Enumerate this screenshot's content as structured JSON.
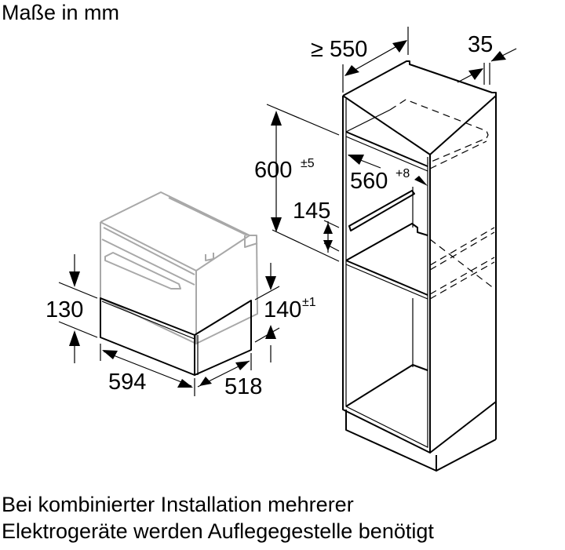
{
  "title": "Maße in mm",
  "caption": {
    "line1": "Bei kombinierter Installation mehrerer",
    "line2": "Elektrogeräte werden Auflegegestelle benötigt"
  },
  "dimensions": {
    "niche_depth": {
      "value": "≥ 550"
    },
    "back_gap": {
      "value": "35"
    },
    "niche_height": {
      "value": "600",
      "tolerance": "±5"
    },
    "niche_width": {
      "value": "560",
      "tolerance": "+8"
    },
    "shelf_offset": {
      "value": "145"
    },
    "drawer_height_front": {
      "value": "130"
    },
    "drawer_height_side": {
      "value": "140",
      "tolerance": "±1"
    },
    "drawer_width": {
      "value": "594"
    },
    "drawer_depth": {
      "value": "518"
    }
  },
  "colors": {
    "lines": "#000000",
    "appliance_ghost": "#a8a8a8",
    "background": "#ffffff"
  }
}
